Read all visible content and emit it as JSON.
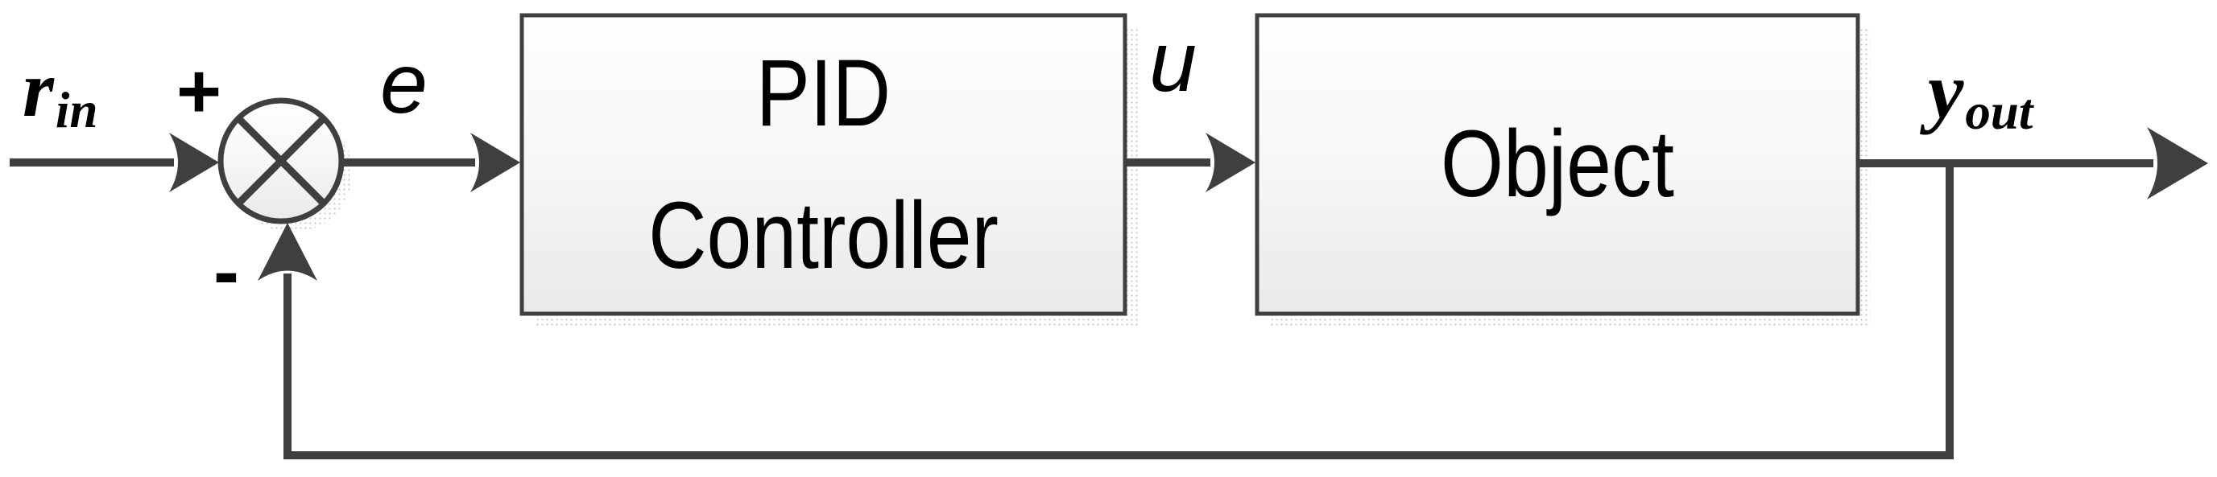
{
  "diagram": {
    "type": "feedback-control-block-diagram",
    "labels": {
      "input_main": "r",
      "input_sub": "in",
      "plus_sign": "+",
      "minus_sign": "-",
      "error_signal": "e",
      "control_signal": "u",
      "output_main": "y",
      "output_sub": "out"
    },
    "blocks": {
      "controller": {
        "line1": "PID",
        "line2": "Controller"
      },
      "plant": {
        "label": "Object"
      }
    },
    "colors": {
      "line": "#3f3f3f",
      "text": "#000000",
      "box_border": "#3f3f3f",
      "box_fill_top": "#fefefe",
      "box_fill_bottom": "#e9e9e9",
      "shadow_dot": "#c6c6c6",
      "background": "#ffffff"
    }
  }
}
